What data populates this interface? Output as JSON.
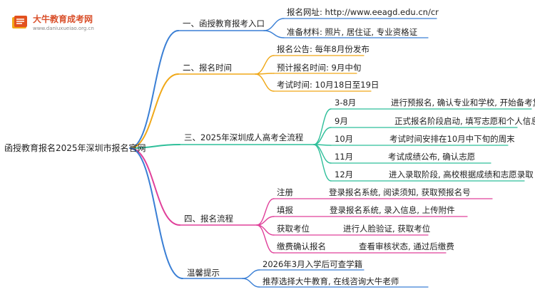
{
  "logo": {
    "title": "大牛教育成考网",
    "subtitle": "www.daniuxueiao.org.cn"
  },
  "root": "函授教育报名2025年深圳市报名官网",
  "colors": {
    "branch1": "#3a7fd5",
    "branch2": "#f0a818",
    "branch3": "#2fbf9a",
    "branch4": "#e0409a",
    "branch5": "#3a7fd5"
  },
  "branches": [
    {
      "label": "一、函授教育报考入口",
      "items": [
        {
          "text": "报名网址: http://www.eeagd.edu.cn/cr"
        },
        {
          "text": "准备材料: 照片, 居住证, 专业资格证"
        }
      ]
    },
    {
      "label": "二、报名时间",
      "items": [
        {
          "text": "报名公告: 每年8月份发布"
        },
        {
          "text": "预计报名时间: 9月中旬"
        },
        {
          "text": "考试时间: 10月18日至19日"
        }
      ]
    },
    {
      "label": "三、2025年深圳成人高考全流程",
      "items": [
        {
          "label": "3-8月",
          "text": "进行预报名, 确认专业和学校, 开始备考复习"
        },
        {
          "label": "9月",
          "text": "正式报名阶段启动, 填写志愿和个人信息"
        },
        {
          "label": "10月",
          "text": "考试时间安排在10月中下旬的周末"
        },
        {
          "label": "11月",
          "text": "考试成绩公布, 确认志愿"
        },
        {
          "label": "12月",
          "text": "进入录取阶段, 高校根据成绩和志愿录取"
        }
      ]
    },
    {
      "label": "四、报名流程",
      "items": [
        {
          "label": "注册",
          "text": "登录报名系统, 阅读须知, 获取预报名号"
        },
        {
          "label": "填报",
          "text": "登录报名系统, 录入信息, 上传附件"
        },
        {
          "label": "获取考位",
          "text": "进行人脸验证, 获取考位"
        },
        {
          "label": "缴费确认报名",
          "text": "查看审核状态, 通过后缴费"
        }
      ]
    },
    {
      "label": "温馨提示",
      "items": [
        {
          "text": "2026年3月入学后可查学籍"
        },
        {
          "text": "推荐选择大牛教育, 在线咨询大牛老师"
        }
      ]
    }
  ]
}
